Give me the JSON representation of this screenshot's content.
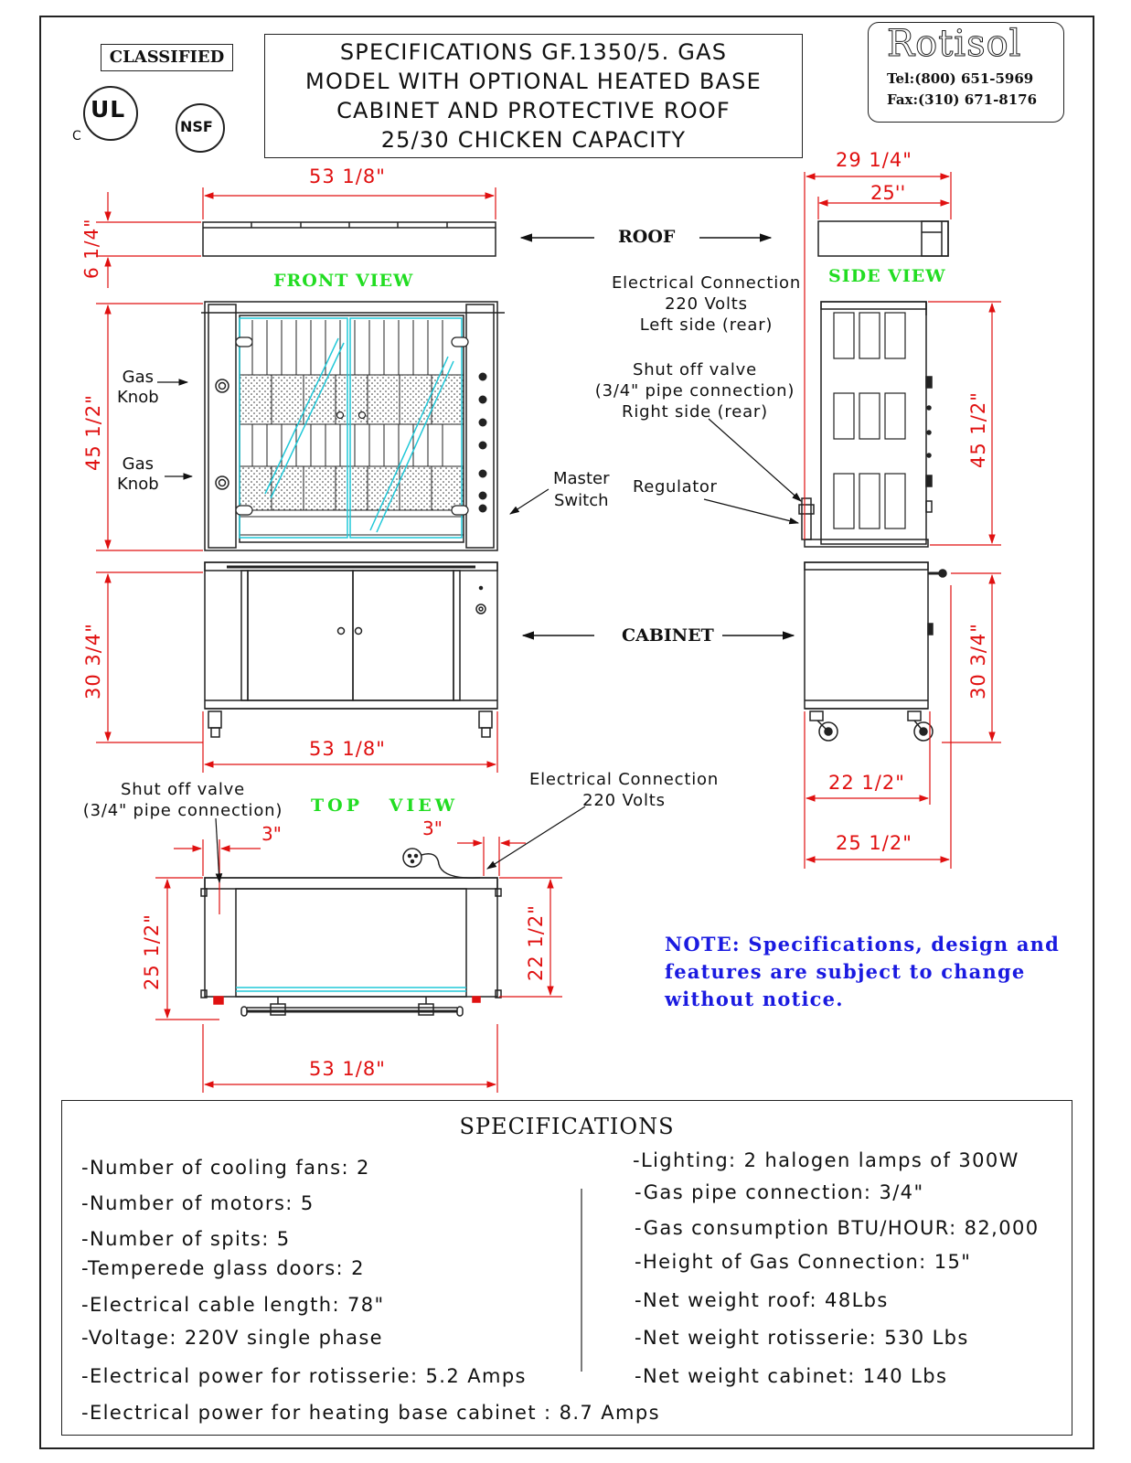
{
  "header": {
    "classified": "CLASSIFIED",
    "title_lines": [
      "SPECIFICATIONS GF.1350/5. GAS",
      "MODEL WITH OPTIONAL HEATED BASE",
      "CABINET AND PROTECTIVE ROOF",
      "25/30 CHICKEN CAPACITY"
    ],
    "ul_mark": "UL",
    "ul_c": "C",
    "nsf_mark": "NSF",
    "brand": "Rotisol",
    "tel": "Tel:(800) 651-5969",
    "fax": "Fax:(310) 671-8176"
  },
  "views": {
    "front": "FRONT VIEW",
    "side": "SIDE VIEW",
    "top": "TOP VIEW",
    "roof": "ROOF",
    "cabinet": "CABINET"
  },
  "dimensions": {
    "front_width_roof": "53 1/8\"",
    "roof_height": "6 1/4\"",
    "front_height": "45 1/2\"",
    "cabinet_height": "30 3/4\"",
    "front_width_cabinet": "53 1/8\"",
    "side_width_total": "29 1/4\"",
    "side_width_roof": "25''",
    "side_height": "45 1/2\"",
    "side_cabinet_height": "30 3/4\"",
    "side_cabinet_width": "22 1/2\"",
    "side_base_width": "25 1/2\"",
    "top_offset_left": "3\"",
    "top_offset_right": "3\"",
    "top_depth_left": "25 1/2\"",
    "top_depth_right": "22 1/2\"",
    "top_width": "53 1/8\""
  },
  "annotations": {
    "gas_knob_1": [
      "Gas",
      "Knob"
    ],
    "gas_knob_2": [
      "Gas",
      "Knob"
    ],
    "master_switch": [
      "Master",
      "Switch"
    ],
    "electrical_side": [
      "Electrical Connection",
      "220 Volts",
      "Left side (rear)"
    ],
    "shutoff_side": [
      "Shut off valve",
      "(3/4\" pipe connection)",
      "Right side (rear)"
    ],
    "regulator": "Regulator",
    "shutoff_top": [
      "Shut off valve",
      "(3/4\" pipe connection)"
    ],
    "electrical_top": [
      "Electrical Connection",
      "220 Volts"
    ]
  },
  "note": [
    "NOTE: Specifications, design and",
    "features are subject to change",
    "without notice."
  ],
  "specifications": {
    "title": "SPECIFICATIONS",
    "left": [
      "-Number of cooling fans: 2",
      "-Number of motors: 5",
      "-Number of spits: 5",
      "-Temperede glass doors: 2",
      "-Electrical cable length: 78\"",
      "-Voltage: 220V single phase",
      "-Electrical power for rotisserie: 5.2 Amps",
      "-Electrical power for heating base cabinet : 8.7  Amps"
    ],
    "right": [
      "-Lighting: 2 halogen lamps of 300W",
      "-Gas pipe connection: 3/4\"",
      "-Gas consumption BTU/HOUR: 82,000",
      "-Height of Gas Connection: 15\"",
      "-Net weight roof: 48Lbs",
      "-Net weight rotisserie: 530 Lbs",
      "-Net weight cabinet: 140 Lbs"
    ]
  },
  "colors": {
    "dimension": "#e01010",
    "view_label": "#22dd22",
    "note": "#1a1ae0",
    "glass": "#20c8d8"
  }
}
